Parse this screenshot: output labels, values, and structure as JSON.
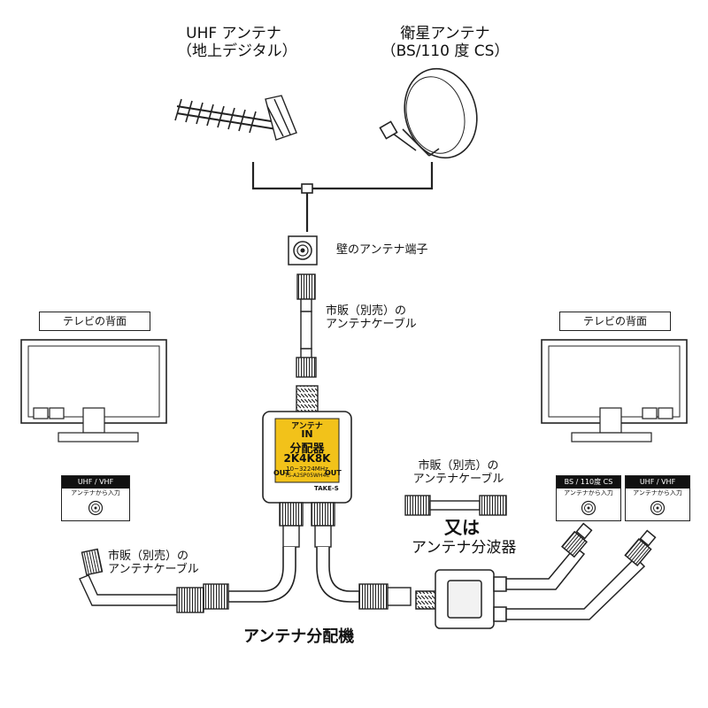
{
  "antennas": {
    "uhf": {
      "title": "UHF アンテナ",
      "sub": "（地上デジタル）"
    },
    "sat": {
      "title": "衛星アンテナ",
      "sub": "（BS/110 度 CS）"
    }
  },
  "wall_terminal_label": "壁のアンテナ端子",
  "cable_top": {
    "line1": "市販（別売）の",
    "line2": "アンテナケーブル"
  },
  "cable_left": {
    "line1": "市販（別売）の",
    "line2": "アンテナケーブル"
  },
  "cable_right": {
    "line1": "市販（別売）の",
    "line2": "アンテナケーブル"
  },
  "tv_left": {
    "header": "テレビの背面",
    "jack": {
      "label": "UHF / VHF",
      "sub": "アンテナから入力"
    }
  },
  "tv_right": {
    "header": "テレビの背面",
    "jack_bs": {
      "label": "BS / 110度 CS",
      "sub": "アンテナから入力"
    },
    "jack_uhf": {
      "label": "UHF / VHF",
      "sub": "アンテナから入力"
    }
  },
  "splitter": {
    "antenna_label": "アンテナ",
    "in_label": "IN",
    "name": "分配器",
    "spec": "2K4K8K",
    "freq": "10~3224MHz",
    "model": "TS-A2SP05WH4C",
    "out_left": "OUT",
    "out_right": "OUT",
    "brand": "TAKE-S",
    "colors": {
      "label_bg": "#f2c21a",
      "body": "#ffffff"
    }
  },
  "or_text": "又は",
  "diplexer_label": "アンテナ分波器",
  "caption": "アンテナ分配機"
}
